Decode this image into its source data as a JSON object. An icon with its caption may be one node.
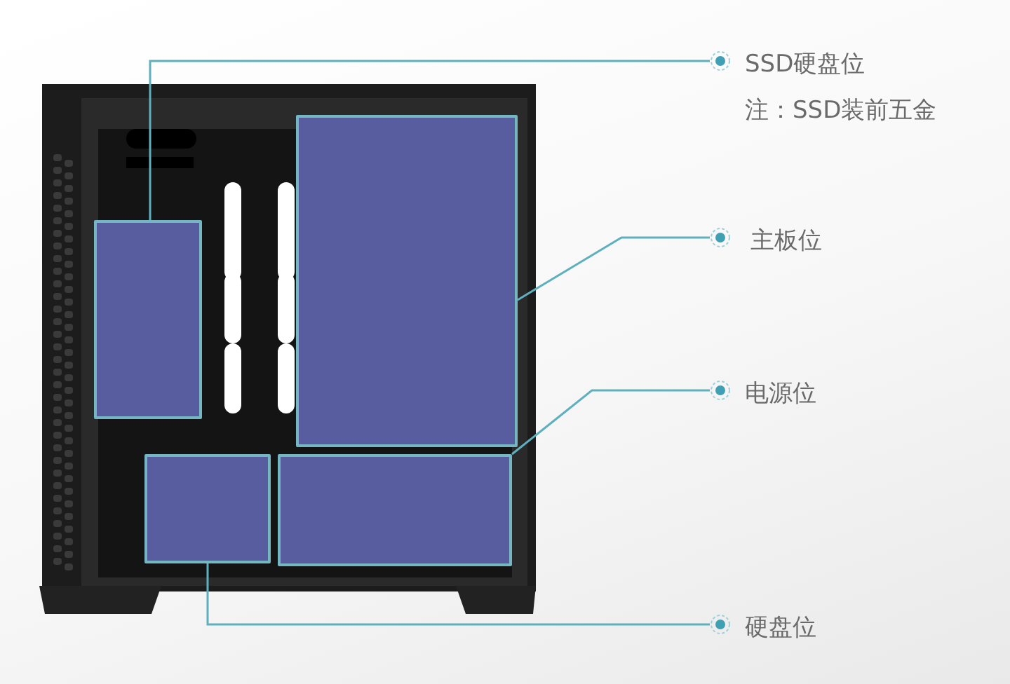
{
  "diagram": {
    "nodes": [
      {
        "text": [],
        "shape": "box"
      },
      {
        "text": [],
        "shape": "box"
      },
      {
        "text": [],
        "shape": "box"
      },
      {
        "text": [],
        "shape": "box"
      },
      {
        "text": [
          "SSD硬盘位",
          "注：SSD装前五金"
        ]
      },
      {
        "text": [
          "主板位"
        ]
      },
      {
        "text": [
          "电源位"
        ]
      },
      {
        "text": [
          "硬盘位"
        ]
      }
    ],
    "edges": [
      {
        "from": 4,
        "to": 0,
        "arrow": "none"
      },
      {
        "from": 5,
        "to": 1,
        "arrow": "none"
      },
      {
        "from": 6,
        "to": 3,
        "arrow": "none"
      },
      {
        "from": 7,
        "to": 2,
        "arrow": "none"
      }
    ]
  }
}
